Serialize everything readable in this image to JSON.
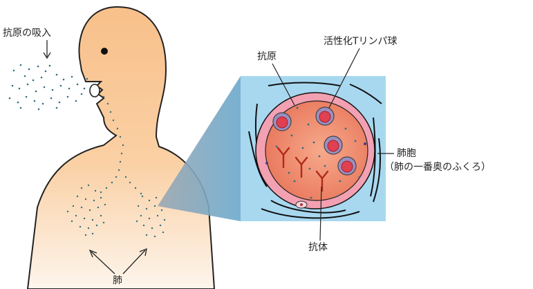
{
  "labels": {
    "antigen_inhalation": "抗原の吸入",
    "lung": "肺",
    "antigen": "抗原",
    "activated_t_lymphocyte": "活性化Tリンパ球",
    "alveolus": "肺胞",
    "alveolus_note": "（肺の一番奥のふくろ）",
    "antibody": "抗体"
  },
  "colors": {
    "skin_top": "#f8c08a",
    "skin_bottom": "#fdf3e7",
    "inset_background": "#a8d8f0",
    "alveolus_wall": "#f2a0b2",
    "alveolus_interior": "#f08a68",
    "t_cell_outer": "#7f7fb0",
    "t_cell_core": "#e04050",
    "antibody": "#b02a18",
    "particle": "#2f6f80",
    "line": "#222222"
  },
  "icons": {
    "antibody": "y-shaped-antibody-icon",
    "t_cell": "activated-t-cell-icon",
    "particle": "antigen-particle-icon"
  }
}
